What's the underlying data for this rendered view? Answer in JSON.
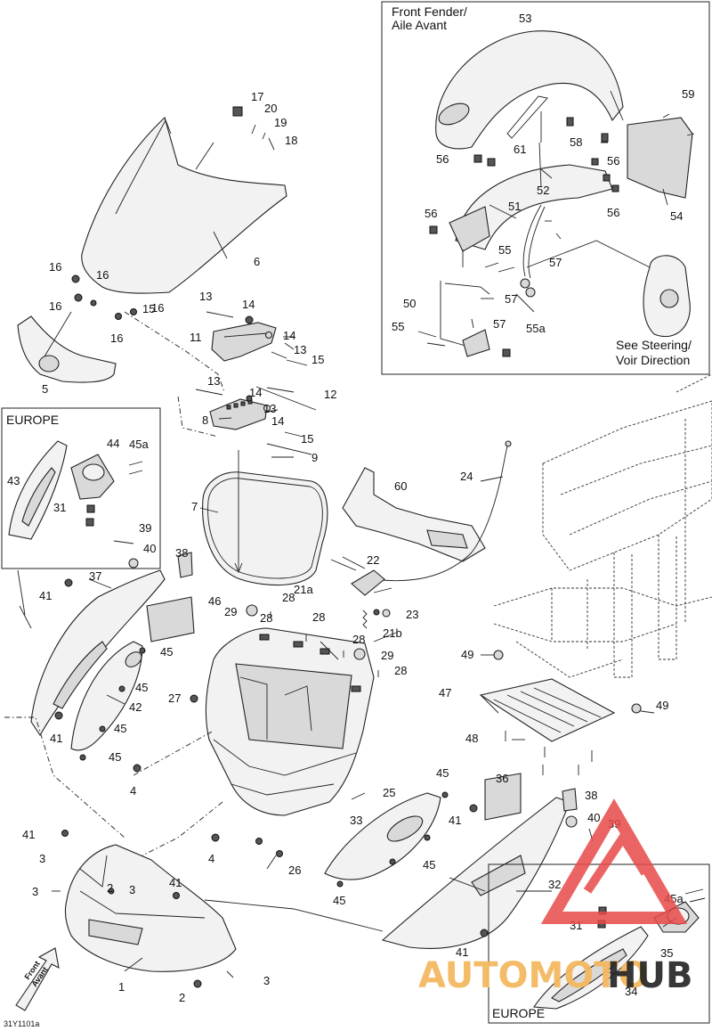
{
  "diagram_id": "31Y1101a",
  "insets": {
    "front_fender_title_line1": "Front Fender/",
    "front_fender_title_line2": "Aile Avant",
    "steering_ref_line1": "See Steering/",
    "steering_ref_line2": "Voir Direction",
    "europe_left": "EUROPE",
    "europe_right": "EUROPE"
  },
  "direction_arrow": {
    "line1": "Front",
    "line2": "Avant"
  },
  "watermark": {
    "auto": "AUTOMOTO",
    "hub": "HUB",
    "colors": {
      "auto": "#f4b860",
      "hub": "#222222",
      "logo": "#e84a4a"
    }
  },
  "callouts": [
    "1",
    "2",
    "2",
    "3",
    "3",
    "3",
    "3",
    "4",
    "4",
    "5",
    "6",
    "7",
    "8",
    "9",
    "11",
    "12",
    "13",
    "13",
    "13",
    "13",
    "14",
    "14",
    "14",
    "14",
    "15",
    "15",
    "15",
    "16",
    "16",
    "16",
    "16",
    "16",
    "17",
    "18",
    "19",
    "20",
    "21a",
    "21b",
    "22",
    "23",
    "24",
    "25",
    "26",
    "27",
    "28",
    "28",
    "28",
    "28",
    "28",
    "29",
    "29",
    "31",
    "31",
    "32",
    "33",
    "34",
    "35",
    "36",
    "37",
    "38",
    "38",
    "39",
    "39",
    "40",
    "40",
    "41",
    "41",
    "41",
    "41",
    "41",
    "41",
    "42",
    "43",
    "44",
    "45",
    "45",
    "45",
    "45",
    "45",
    "45",
    "45",
    "45a",
    "45a",
    "46",
    "47",
    "48",
    "49",
    "49",
    "50",
    "51",
    "52",
    "53",
    "54",
    "55",
    "55",
    "55a",
    "56",
    "56",
    "56",
    "56",
    "57",
    "57",
    "57",
    "58",
    "59",
    "60",
    "61"
  ]
}
